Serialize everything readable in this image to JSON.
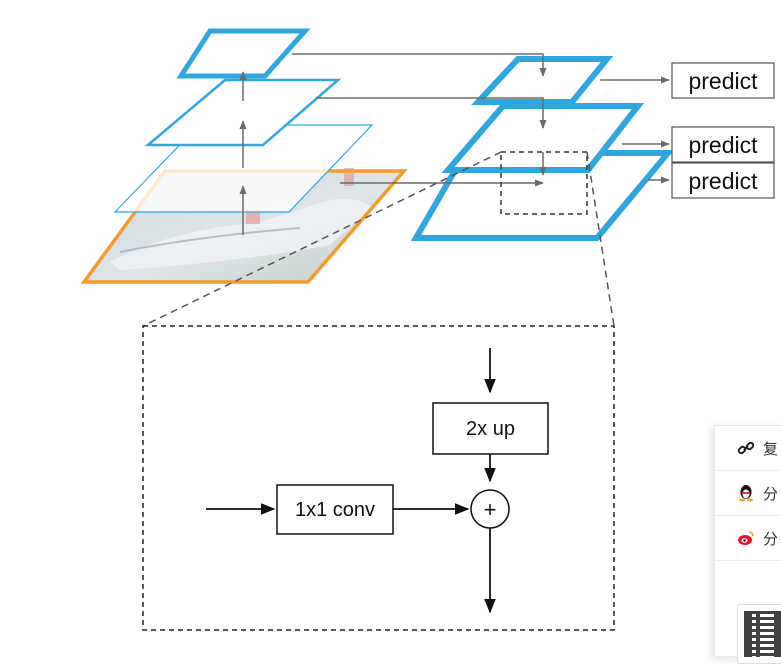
{
  "pyramid": {
    "left_levels": 4,
    "right_levels": 3,
    "predict_labels": [
      "predict",
      "predict",
      "predict"
    ]
  },
  "detail": {
    "upsample_label": "2x up",
    "conv_label": "1x1 conv",
    "sum_symbol": "+"
  },
  "colors": {
    "pyramid_blue": "#2ea7e0",
    "image_orange": "#f39b2b",
    "arrow_gray": "#6b6b6b"
  },
  "share_panel": {
    "items": [
      {
        "icon": "link-icon",
        "label": "复"
      },
      {
        "icon": "qq-penguin-icon",
        "label": "分"
      },
      {
        "icon": "weibo-icon",
        "label": "分"
      }
    ],
    "qr_icon": "qr-code-icon"
  }
}
